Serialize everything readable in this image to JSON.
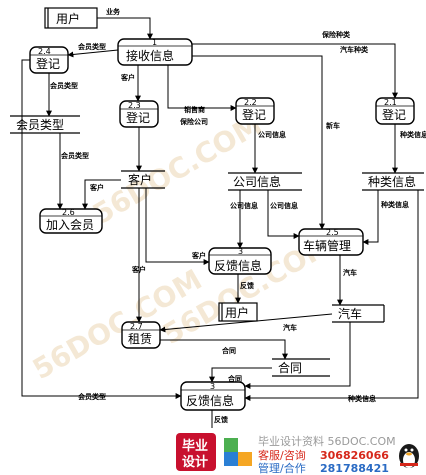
{
  "entities": {
    "user_top": "用户",
    "user_mid": "用户"
  },
  "processes": {
    "receive": {
      "id": "1",
      "label": "接收信息"
    },
    "register_member": {
      "id": "2.4",
      "label": "登记"
    },
    "register_customer": {
      "id": "2.3",
      "label": "登记"
    },
    "register_company": {
      "id": "2.2",
      "label": "登记"
    },
    "register_type": {
      "id": "2.1",
      "label": "登记"
    },
    "join_member": {
      "id": "2.6",
      "label": "加入会员"
    },
    "feedback_mid": {
      "id": "3",
      "label": "反馈信息"
    },
    "vehicle": {
      "id": "2.5",
      "label": "车辆管理"
    },
    "rent": {
      "id": "2.7",
      "label": "租赁"
    },
    "feedback_bottom": {
      "id": "3",
      "label": "反馈信息"
    }
  },
  "stores": {
    "member_type": "会员类型",
    "customer": "客户",
    "company_info": "公司信息",
    "type_info": "种类信息",
    "car": "汽车",
    "contract": "合同"
  },
  "flows": {
    "f_business": "业务",
    "f_member_type1": "会员类型",
    "f_member_type2": "会员类型",
    "f_member_type3": "会员类型",
    "f_member_type4": "会员类型",
    "f_customer1": "客户",
    "f_customer2": "客户",
    "f_customer3": "客户",
    "f_customer4": "客户",
    "f_dealer": "销售商",
    "f_insurance_co": "保险公司",
    "f_insurance_type": "保险种类",
    "f_car_type": "汽车种类",
    "f_company1": "公司信息",
    "f_company2": "公司信息",
    "f_company3": "公司信息",
    "f_type1": "种类信息",
    "f_type2": "种类信息",
    "f_type3": "种类信息",
    "f_newcar": "新车",
    "f_car1": "汽车",
    "f_car2": "汽车",
    "f_contract1": "合同",
    "f_contract2": "合同",
    "f_feedback1": "反馈",
    "f_feedback2": "反馈"
  },
  "watermarks": [
    "56DOC.COM",
    "56DOC.COM",
    "56DOC.COM"
  ],
  "footer": {
    "logo_line1": "毕业",
    "logo_line2": "设计",
    "site": "毕业设计资料 56DOC.COM",
    "role1": "客服/咨询",
    "qq1": "306826066",
    "role2": "管理/合作",
    "qq2": "281788421"
  }
}
